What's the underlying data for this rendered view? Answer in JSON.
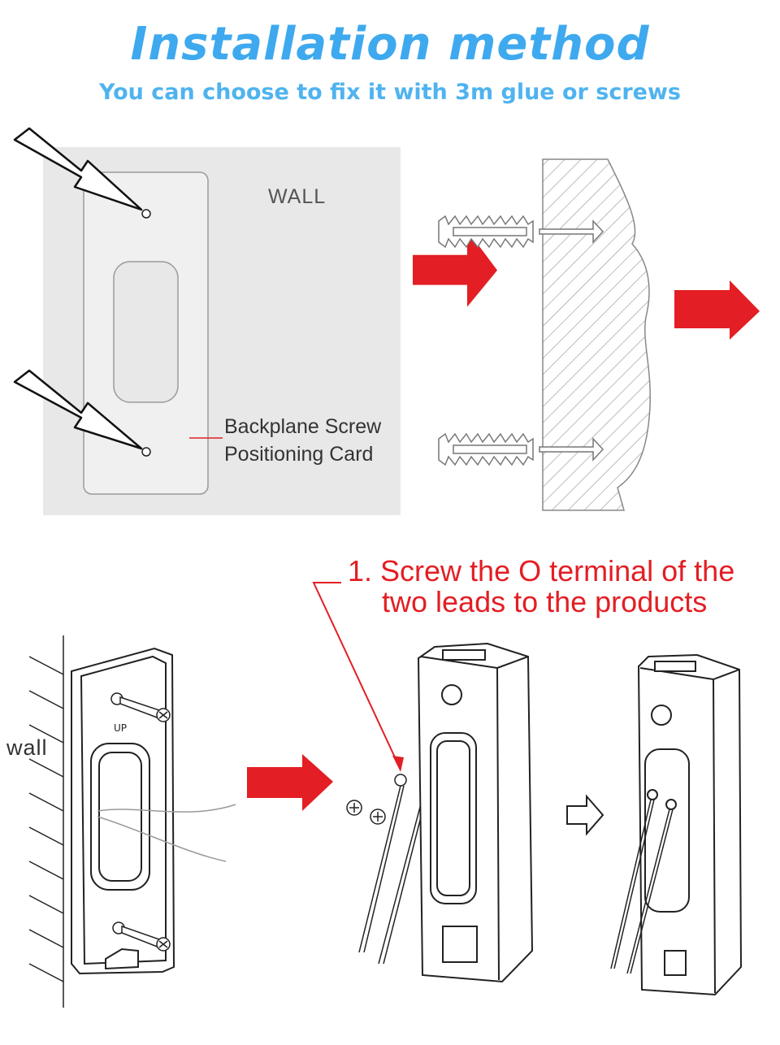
{
  "header": {
    "title": "Installation method",
    "subtitle": "You can choose to fix it with 3m glue or  screws"
  },
  "panel1": {
    "wall_label": "WALL",
    "card_label_line1": "Backplane Screw",
    "card_label_line2": "Positioning Card"
  },
  "panel2": {
    "step_line1": "1. Screw the O terminal of the",
    "step_line2": "two leads to the products",
    "wall_label": "wall"
  },
  "colors": {
    "title": "#3ea9ee",
    "arrow_red": "#e31e24",
    "panel_gray": "#e8e8e8"
  }
}
